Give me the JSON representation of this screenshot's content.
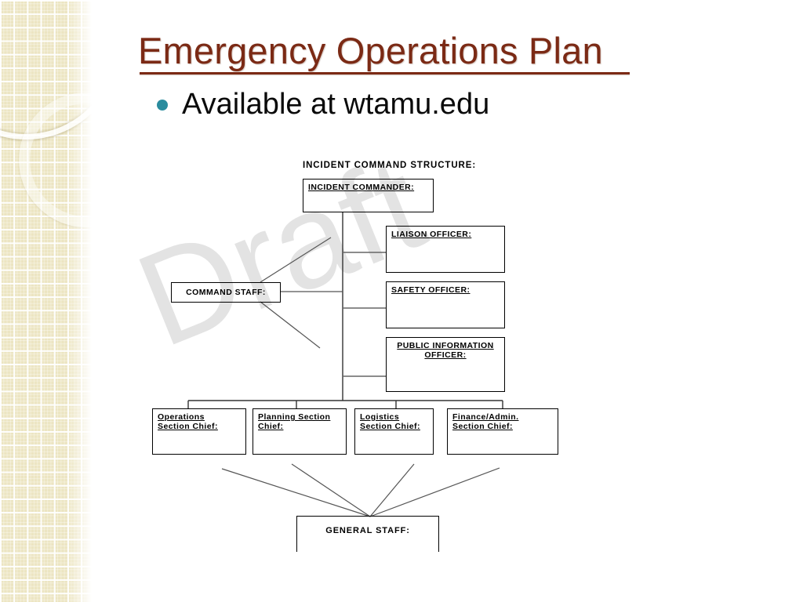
{
  "slide": {
    "title": "Emergency Operations Plan",
    "bullet": "Available at wtamu.edu",
    "bullet_marker_color": "#2a8c9e",
    "title_color": "#7b2a15"
  },
  "chart_data": {
    "type": "diagram",
    "title": "INCIDENT COMMAND STRUCTURE:",
    "watermark": "Draft",
    "nodes": [
      {
        "id": "incident-commander",
        "label": "INCIDENT COMMANDER:",
        "underlined": true,
        "align": "left"
      },
      {
        "id": "liaison-officer",
        "label": "LIAISON OFFICER:",
        "underlined": true,
        "align": "left"
      },
      {
        "id": "safety-officer",
        "label": "SAFETY OFFICER:",
        "underlined": true,
        "align": "left"
      },
      {
        "id": "public-information-officer",
        "label_line1": "PUBLIC INFORMATION",
        "label_line2": "OFFICER:",
        "underlined": true,
        "align": "center"
      },
      {
        "id": "command-staff",
        "label": "COMMAND STAFF:",
        "underlined": false,
        "align": "center"
      },
      {
        "id": "operations-section-chief",
        "label_line1": "Operations",
        "label_line2": "Section Chief:",
        "underlined": true,
        "align": "left"
      },
      {
        "id": "planning-section-chief",
        "label_line1": "Planning Section",
        "label_line2": "Chief:",
        "underlined": true,
        "align": "left"
      },
      {
        "id": "logistics-section-chief",
        "label_line1": "Logistics",
        "label_line2": "Section Chief:",
        "underlined": true,
        "align": "left"
      },
      {
        "id": "finance-admin-section-chief",
        "label_line1": "Finance/Admin.",
        "label_line2": "Section Chief:",
        "underlined": true,
        "align": "left"
      },
      {
        "id": "general-staff",
        "label": "GENERAL STAFF:",
        "underlined": false,
        "align": "center"
      }
    ]
  },
  "org": {
    "heading": "INCIDENT COMMAND STRUCTURE:",
    "watermark": "Draft",
    "incident_commander": "INCIDENT COMMANDER:",
    "liaison_officer": "LIAISON OFFICER:",
    "safety_officer": "SAFETY OFFICER:",
    "public_information_officer_line1": "PUBLIC INFORMATION",
    "public_information_officer_line2": "OFFICER:",
    "command_staff": "COMMAND STAFF:",
    "operations_line1": "Operations",
    "operations_line2": "Section Chief:",
    "planning_line1": "Planning Section",
    "planning_line2": "Chief:",
    "logistics_line1": "Logistics",
    "logistics_line2": "Section Chief:",
    "finance_line1": "Finance/Admin.",
    "finance_line2": "Section Chief:",
    "general_staff": "GENERAL STAFF:"
  }
}
